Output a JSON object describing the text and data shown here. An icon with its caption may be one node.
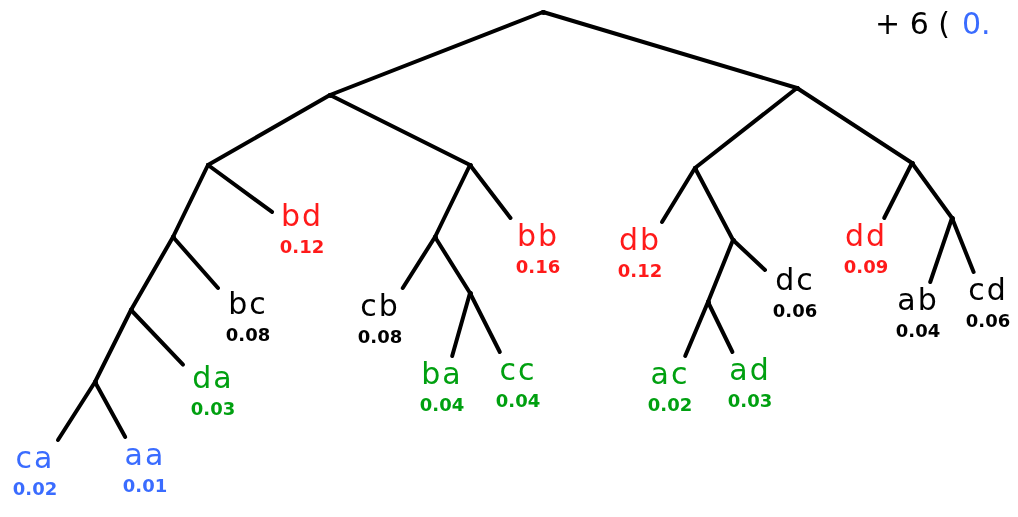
{
  "diagram": {
    "nodes": [
      {
        "text": [],
        "shape": "point"
      },
      {
        "text": [],
        "shape": "point"
      },
      {
        "text": [],
        "shape": "point"
      },
      {
        "text": [],
        "shape": "point"
      },
      {
        "text": [],
        "shape": "point"
      },
      {
        "text": [],
        "shape": "point"
      },
      {
        "text": [],
        "shape": "point"
      },
      {
        "text": [],
        "shape": "point"
      },
      {
        "text": [
          "bd",
          "0.12"
        ]
      },
      {
        "text": [],
        "shape": "point"
      },
      {
        "text": [
          "bb",
          "0.16"
        ]
      },
      {
        "text": [
          "db",
          "0.12"
        ]
      },
      {
        "text": [],
        "shape": "point"
      },
      {
        "text": [
          "dd",
          "0.09"
        ]
      },
      {
        "text": [],
        "shape": "point"
      },
      {
        "text": [],
        "shape": "point"
      },
      {
        "text": [
          "bc",
          "0.08"
        ]
      },
      {
        "text": [
          "cb",
          "0.08"
        ]
      },
      {
        "text": [],
        "shape": "point"
      },
      {
        "text": [],
        "shape": "point"
      },
      {
        "text": [
          "dc",
          "0.06"
        ]
      },
      {
        "text": [
          "ab",
          "0.04"
        ]
      },
      {
        "text": [
          "cd",
          "0.06"
        ]
      },
      {
        "text": [],
        "shape": "point"
      },
      {
        "text": [
          "da",
          "0.03"
        ]
      },
      {
        "text": [
          "ba",
          "0.04"
        ]
      },
      {
        "text": [
          "cc",
          "0.04"
        ]
      },
      {
        "text": [
          "ac",
          "0.02"
        ]
      },
      {
        "text": [
          "ad",
          "0.03"
        ]
      },
      {
        "text": [
          "ca",
          "0.02"
        ]
      },
      {
        "text": [
          "aa",
          "0.01"
        ]
      }
    ],
    "edges": [
      {
        "from": 0,
        "to": 1,
        "arrow": "none"
      },
      {
        "from": 0,
        "to": 2,
        "arrow": "none"
      },
      {
        "from": 1,
        "to": 3,
        "arrow": "none"
      },
      {
        "from": 1,
        "to": 4,
        "arrow": "none"
      },
      {
        "from": 2,
        "to": 5,
        "arrow": "none"
      },
      {
        "from": 2,
        "to": 6,
        "arrow": "none"
      },
      {
        "from": 3,
        "to": 7,
        "arrow": "none"
      },
      {
        "from": 3,
        "to": 8,
        "arrow": "none"
      },
      {
        "from": 4,
        "to": 9,
        "arrow": "none"
      },
      {
        "from": 4,
        "to": 10,
        "arrow": "none"
      },
      {
        "from": 5,
        "to": 11,
        "arrow": "none"
      },
      {
        "from": 5,
        "to": 12,
        "arrow": "none"
      },
      {
        "from": 6,
        "to": 13,
        "arrow": "none"
      },
      {
        "from": 6,
        "to": 14,
        "arrow": "none"
      },
      {
        "from": 7,
        "to": 15,
        "arrow": "none"
      },
      {
        "from": 7,
        "to": 16,
        "arrow": "none"
      },
      {
        "from": 9,
        "to": 17,
        "arrow": "none"
      },
      {
        "from": 9,
        "to": 18,
        "arrow": "none"
      },
      {
        "from": 12,
        "to": 19,
        "arrow": "none"
      },
      {
        "from": 12,
        "to": 20,
        "arrow": "none"
      },
      {
        "from": 14,
        "to": 21,
        "arrow": "none"
      },
      {
        "from": 14,
        "to": 22,
        "arrow": "none"
      },
      {
        "from": 15,
        "to": 23,
        "arrow": "none"
      },
      {
        "from": 15,
        "to": 24,
        "arrow": "none"
      },
      {
        "from": 18,
        "to": 25,
        "arrow": "none"
      },
      {
        "from": 18,
        "to": 26,
        "arrow": "none"
      },
      {
        "from": 19,
        "to": 27,
        "arrow": "none"
      },
      {
        "from": 19,
        "to": 28,
        "arrow": "none"
      },
      {
        "from": 23,
        "to": 29,
        "arrow": "none"
      },
      {
        "from": 23,
        "to": 30,
        "arrow": "none"
      }
    ],
    "labels": [
      "+ 6 (",
      "0."
    ]
  }
}
